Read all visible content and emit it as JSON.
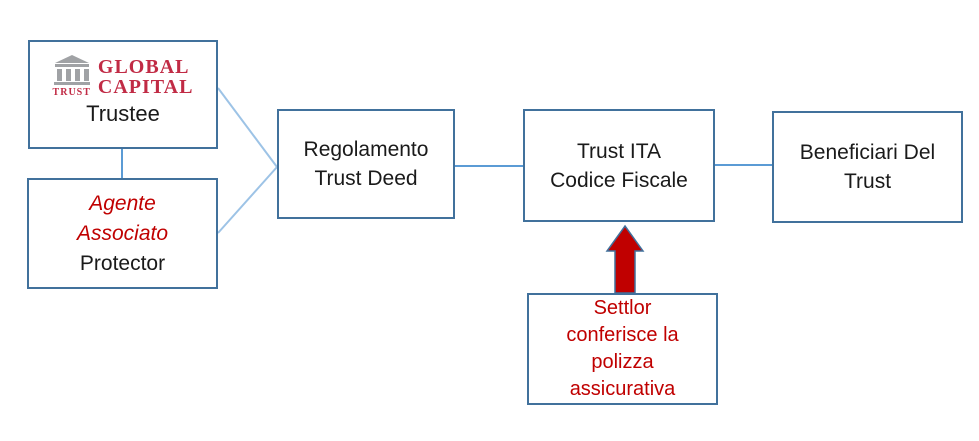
{
  "colors": {
    "box_border": "#41719C",
    "connector_blue": "#5B9BD5",
    "diagonal_blue": "#9DC3E6",
    "arrow_fill": "#C00000",
    "red_text": "#C00000",
    "brand_crimson": "#C12B45",
    "logo_grey": "#A0A2A5",
    "black_text": "#1A1A1A"
  },
  "boxes": {
    "trustee": {
      "brand_top": "GLOBAL",
      "brand_bottom": "CAPITAL",
      "brand_icon_caption": "TRUST",
      "label": "Trustee"
    },
    "protector": {
      "lines": [
        "Agente",
        "Associato",
        "Protector"
      ]
    },
    "deed": {
      "lines": [
        "Regolamento",
        "Trust Deed"
      ]
    },
    "trust": {
      "lines": [
        "Trust ITA",
        "Codice Fiscale"
      ]
    },
    "beneficiaries": {
      "lines": [
        "Beneficiari Del",
        "Trust"
      ]
    },
    "settlor": {
      "lines": [
        "Settlor",
        "conferisce la",
        "polizza",
        "assicurativa"
      ]
    }
  }
}
